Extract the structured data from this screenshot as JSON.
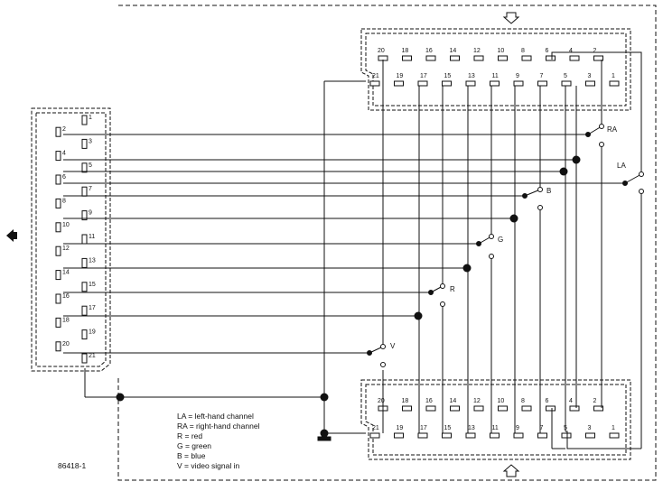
{
  "figure_id": "86418-1",
  "labels": {
    "ra": "RA",
    "la": "LA",
    "b": "B",
    "g": "G",
    "r": "R",
    "v": "V"
  },
  "legend": [
    "LA = left-hand channel",
    "RA = right-hand channel",
    "R = red",
    "G = green",
    "B = blue",
    "V = video signal in"
  ],
  "left_connector_pins": [
    "1",
    "2",
    "3",
    "4",
    "5",
    "6",
    "7",
    "8",
    "9",
    "10",
    "11",
    "12",
    "13",
    "14",
    "15",
    "16",
    "17",
    "18",
    "19",
    "20",
    "21"
  ],
  "top_connector": {
    "top_row": [
      "20",
      "18",
      "16",
      "14",
      "12",
      "10",
      "8",
      "6",
      "4",
      "2"
    ],
    "bottom_row": [
      "21",
      "19",
      "17",
      "15",
      "13",
      "11",
      "9",
      "7",
      "5",
      "3",
      "1"
    ]
  },
  "bottom_connector": {
    "top_row": [
      "20",
      "18",
      "16",
      "14",
      "12",
      "10",
      "8",
      "6",
      "4",
      "2"
    ],
    "bottom_row": [
      "21",
      "19",
      "17",
      "15",
      "13",
      "11",
      "9",
      "7",
      "5",
      "3",
      "1"
    ]
  }
}
